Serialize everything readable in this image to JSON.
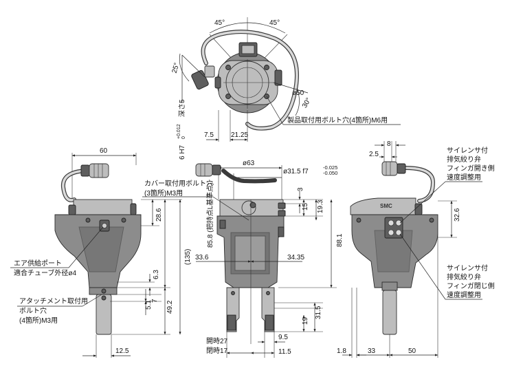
{
  "top_view": {
    "angle_left": "45°",
    "angle_right": "45°",
    "angle_25": "25°",
    "angle_30": "30°",
    "dia_50": "ø50",
    "dim_7_5": "7.5",
    "dim_21_25": "21.25",
    "bolt_note": "製品取付用ボルト穴(4箇所)M6用",
    "h7_main": "6 H7",
    "h7_tol_upper": "+0.012",
    "h7_tol_lower": "0",
    "h7_depth": "深さ5"
  },
  "left_view": {
    "dim_60": "60",
    "dim_28_6": "28.6",
    "dim_85_8": "85.8 (把持点L基準点)",
    "dim_135": "(135)",
    "dim_6_3": "6.3",
    "dim_7": "7",
    "dim_5_1": "5.1",
    "dim_49_2": "49.2",
    "dim_12_5": "12.5",
    "air_port_line1": "エア供給ポート",
    "air_port_line2": "適合チューブ外径ø4",
    "attach_line1": "アタッチメント取付用",
    "attach_line2": "ボルト穴",
    "attach_line3": "(4箇所)M3用"
  },
  "front_view": {
    "dia_63": "ø63",
    "dia_31_5": "ø31.5 f7",
    "tol_upper": "-0.025",
    "tol_lower": "-0.050",
    "cover_line1": "カバー取付用ボルト穴",
    "cover_line2": "(3箇所)M3用",
    "dim_3": "3",
    "dim_15": "15",
    "dim_19_3": "19.3",
    "dim_88_1": "88.1",
    "dim_33_6": "33.6",
    "dim_34_35": "34.35",
    "dim_19": "19",
    "dim_31_5": "31.5",
    "dim_9_5": "9.5",
    "dim_11_5": "11.5",
    "open_label": "開時27",
    "close_label": "閉時17"
  },
  "right_view": {
    "dim_8": "8",
    "dim_2_5": "2.5",
    "dim_32_6": "32.6",
    "dim_1_8": "1.8",
    "dim_33": "33",
    "dim_50": "50",
    "open_note": [
      "サイレンサ付",
      "排気絞り弁",
      "フィンガ開き側",
      "速度調整用"
    ],
    "close_note": [
      "サイレンサ付",
      "排気絞り弁",
      "フィンガ閉じ側",
      "速度調整用"
    ],
    "logo_text": "SMC"
  }
}
